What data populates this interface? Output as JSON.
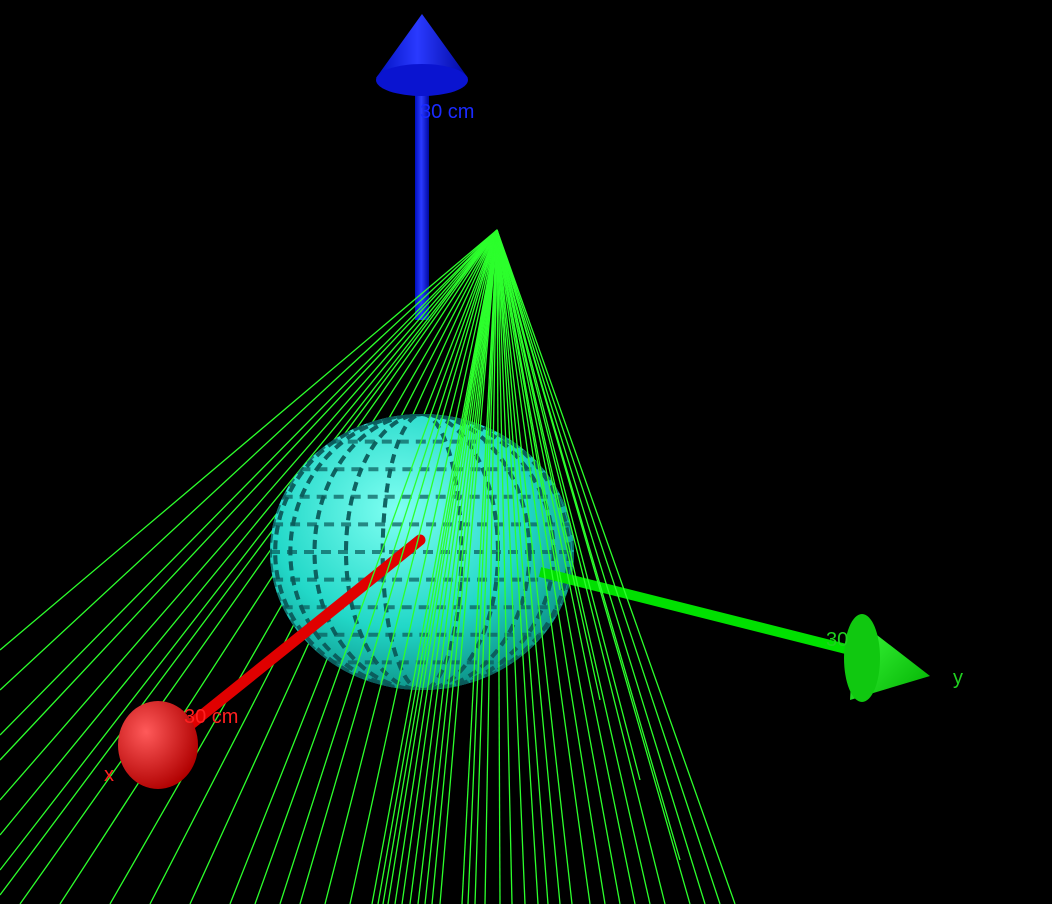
{
  "scene": {
    "background": "#000000",
    "axes": {
      "z": {
        "tick_label": "30 cm",
        "color": "#0a14ff"
      },
      "y": {
        "tick_label": "30",
        "axis_letter": "y",
        "color": "#00ff00"
      },
      "x": {
        "tick_label": "30 cm",
        "axis_letter": "x",
        "color": "#ff1010"
      }
    },
    "sphere": {
      "fill": "#1fe0d0",
      "mesh": "#0b5a5a"
    },
    "rays": {
      "color": "#2cff2c"
    }
  }
}
